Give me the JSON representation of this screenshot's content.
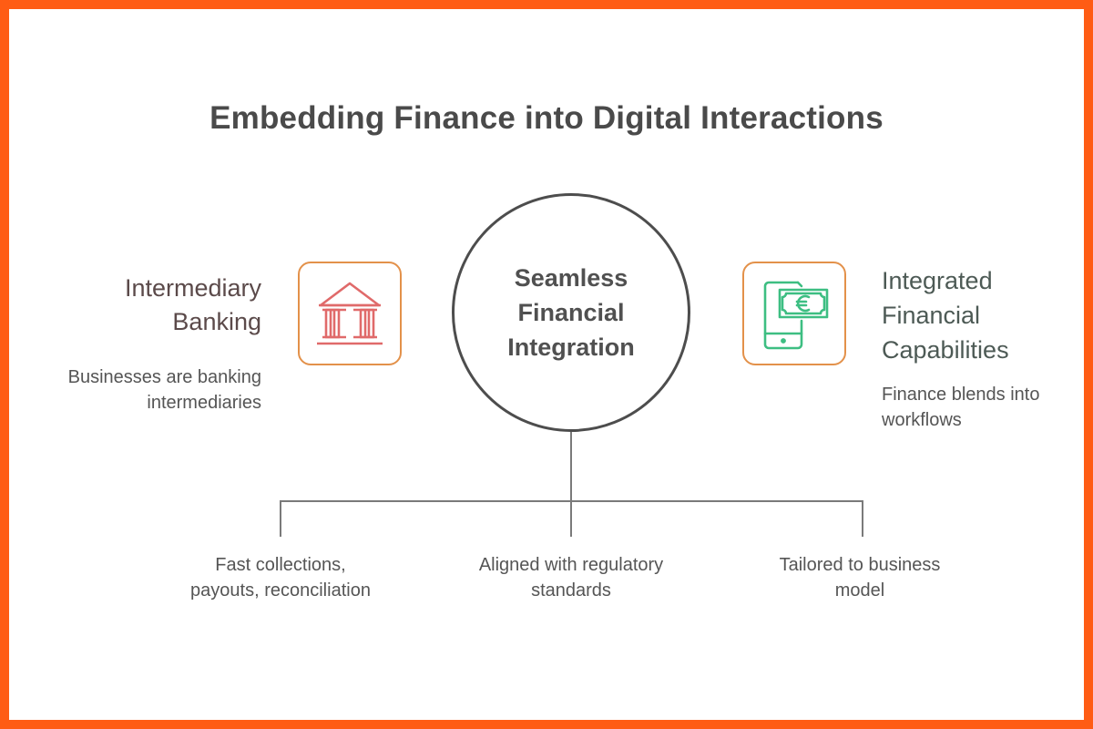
{
  "title": "Embedding Finance into Digital Interactions",
  "center": {
    "lines": [
      "Seamless",
      "Financial",
      "Integration"
    ]
  },
  "left": {
    "icon": "bank-building-icon",
    "title_lines": [
      "Intermediary",
      "Banking"
    ],
    "desc_lines": [
      "Businesses are banking",
      "intermediaries"
    ]
  },
  "right": {
    "icon": "mobile-euro-payment-icon",
    "title_lines": [
      "Integrated",
      "Financial",
      "Capabilities"
    ],
    "desc_lines": [
      "Finance blends into",
      "workflows"
    ]
  },
  "branches": [
    {
      "lines": [
        "Fast collections,",
        "payouts, reconciliation"
      ]
    },
    {
      "lines": [
        "Aligned with regulatory",
        "standards"
      ]
    },
    {
      "lines": [
        "Tailored to business",
        "model"
      ]
    }
  ],
  "colors": {
    "frame": "#FF5C14",
    "icon_box_border": "#E3914A",
    "bank_icon": "#E06A6A",
    "mobile_icon": "#3DBE82",
    "text_dark": "#4a4a4a",
    "connector": "#7a7a7a"
  }
}
